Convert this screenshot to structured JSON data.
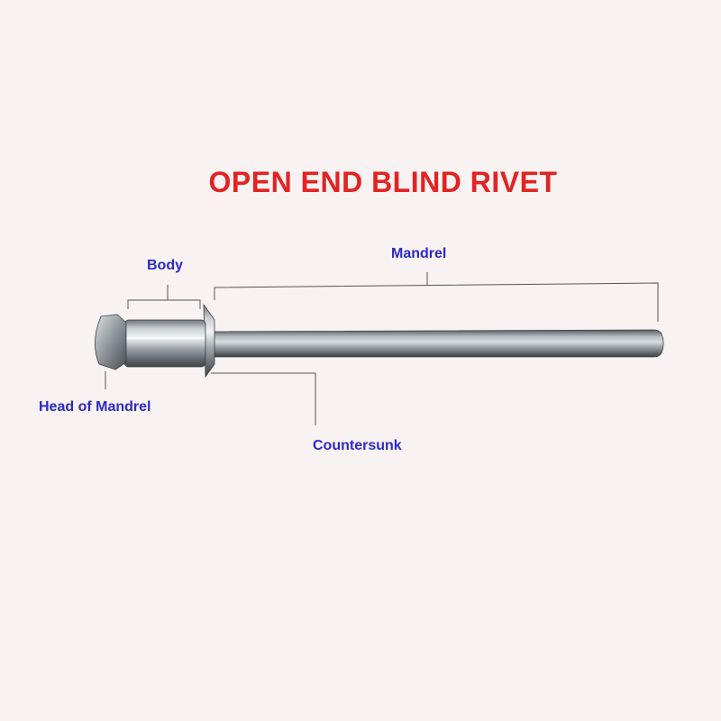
{
  "title": "OPEN END BLIND RIVET",
  "labels": {
    "body": "Body",
    "mandrel": "Mandrel",
    "head": "Head of Mandrel",
    "countersunk": "Countersunk"
  },
  "colors": {
    "background": "#f8f2f2",
    "title": "#e32222",
    "label": "#2b2ac4",
    "leader": "#555555"
  },
  "icons": [
    "rivet-image"
  ]
}
